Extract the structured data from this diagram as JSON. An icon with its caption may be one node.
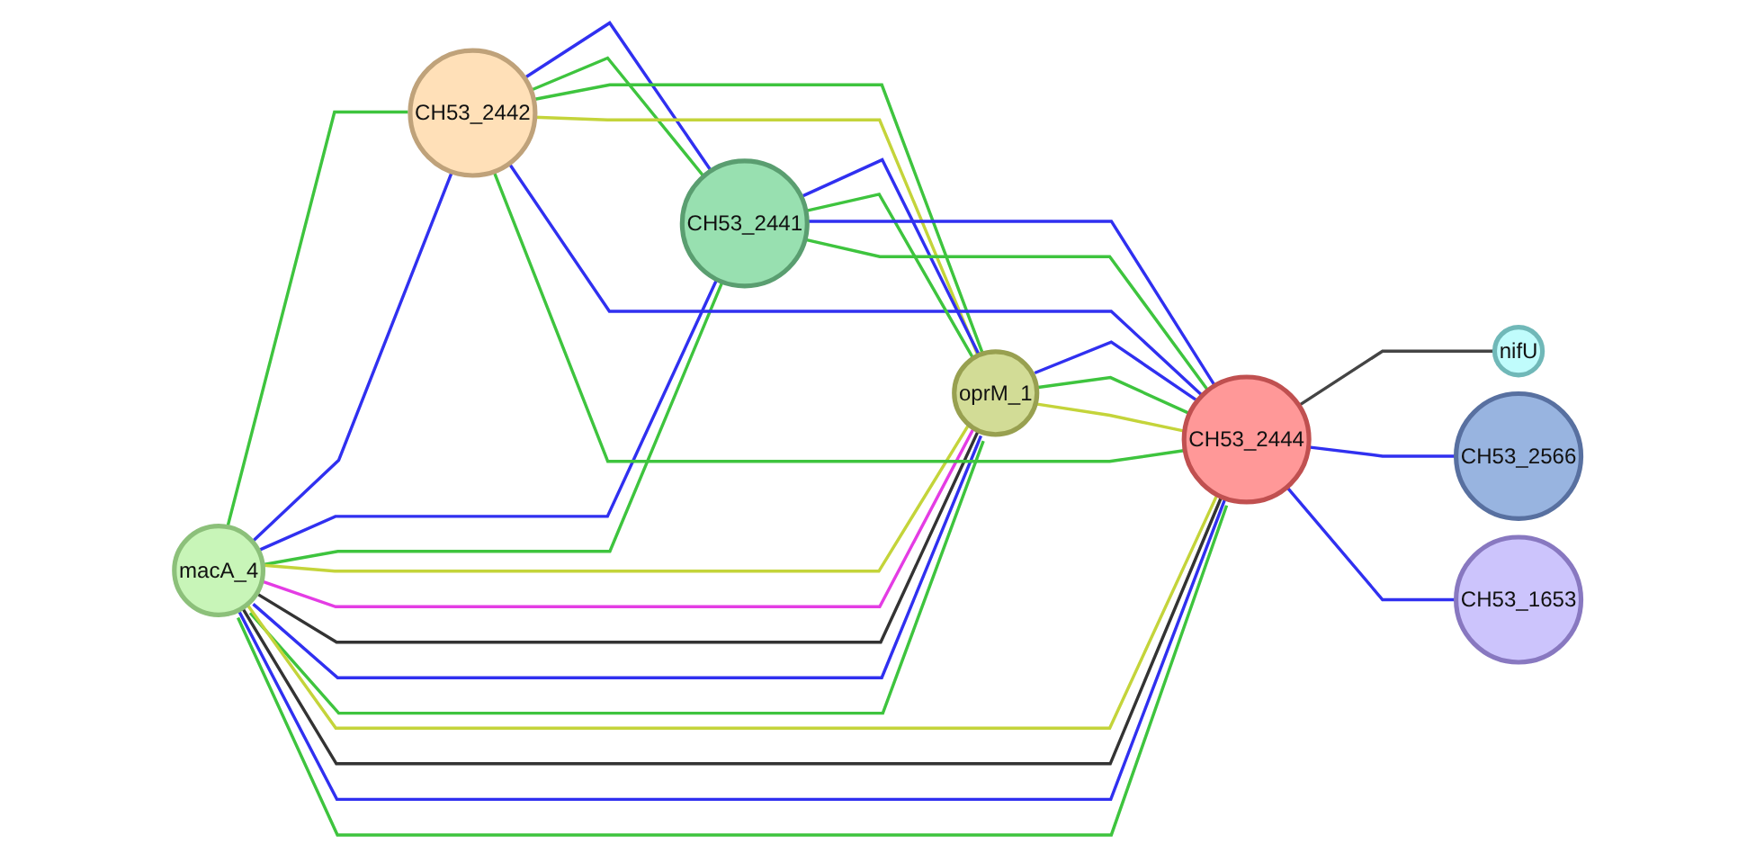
{
  "diagram": {
    "nodes": [
      {
        "text": [
          "macA_4"
        ]
      },
      {
        "text": [
          "CH53_2442"
        ]
      },
      {
        "text": [
          "CH53_2441"
        ]
      },
      {
        "text": [
          "oprM_1"
        ]
      },
      {
        "text": [
          "CH53_2444"
        ]
      },
      {
        "text": [
          "nifU"
        ]
      },
      {
        "text": [
          "CH53_2566"
        ]
      },
      {
        "text": [
          "CH53_1653"
        ]
      }
    ],
    "edges": [
      {
        "from": 0,
        "to": 1,
        "arrow": "none",
        "color": "#3ec43e"
      },
      {
        "from": 0,
        "to": 1,
        "arrow": "none",
        "color": "#3030f0"
      },
      {
        "from": 0,
        "to": 2,
        "arrow": "none",
        "color": "#3030f0"
      },
      {
        "from": 0,
        "to": 2,
        "arrow": "none",
        "color": "#3ec43e"
      },
      {
        "from": 0,
        "to": 3,
        "arrow": "none",
        "color": "#c4d43a"
      },
      {
        "from": 0,
        "to": 3,
        "arrow": "none",
        "color": "#e43ce4"
      },
      {
        "from": 0,
        "to": 3,
        "arrow": "none",
        "color": "#333333"
      },
      {
        "from": 0,
        "to": 3,
        "arrow": "none",
        "color": "#3030f0"
      },
      {
        "from": 0,
        "to": 3,
        "arrow": "none",
        "color": "#3ec43e"
      },
      {
        "from": 0,
        "to": 4,
        "arrow": "none",
        "color": "#c4d43a"
      },
      {
        "from": 0,
        "to": 4,
        "arrow": "none",
        "color": "#333333"
      },
      {
        "from": 0,
        "to": 4,
        "arrow": "none",
        "color": "#3030f0"
      },
      {
        "from": 0,
        "to": 4,
        "arrow": "none",
        "color": "#3ec43e"
      },
      {
        "from": 1,
        "to": 2,
        "arrow": "none",
        "color": "#3030f0"
      },
      {
        "from": 1,
        "to": 2,
        "arrow": "none",
        "color": "#3ec43e"
      },
      {
        "from": 1,
        "to": 3,
        "arrow": "none",
        "color": "#3ec43e"
      },
      {
        "from": 1,
        "to": 3,
        "arrow": "none",
        "color": "#c4d43a"
      },
      {
        "from": 1,
        "to": 4,
        "arrow": "none",
        "color": "#3030f0"
      },
      {
        "from": 1,
        "to": 4,
        "arrow": "none",
        "color": "#3ec43e"
      },
      {
        "from": 2,
        "to": 3,
        "arrow": "none",
        "color": "#3030f0"
      },
      {
        "from": 2,
        "to": 3,
        "arrow": "none",
        "color": "#3ec43e"
      },
      {
        "from": 2,
        "to": 4,
        "arrow": "none",
        "color": "#3030f0"
      },
      {
        "from": 2,
        "to": 4,
        "arrow": "none",
        "color": "#3ec43e"
      },
      {
        "from": 3,
        "to": 4,
        "arrow": "none",
        "color": "#3030f0"
      },
      {
        "from": 3,
        "to": 4,
        "arrow": "none",
        "color": "#3ec43e"
      },
      {
        "from": 3,
        "to": 4,
        "arrow": "none",
        "color": "#c4d43a"
      },
      {
        "from": 4,
        "to": 5,
        "arrow": "none",
        "color": "#444444"
      },
      {
        "from": 4,
        "to": 6,
        "arrow": "none",
        "color": "#3030f0"
      },
      {
        "from": 4,
        "to": 7,
        "arrow": "none",
        "color": "#3030f0"
      }
    ]
  }
}
